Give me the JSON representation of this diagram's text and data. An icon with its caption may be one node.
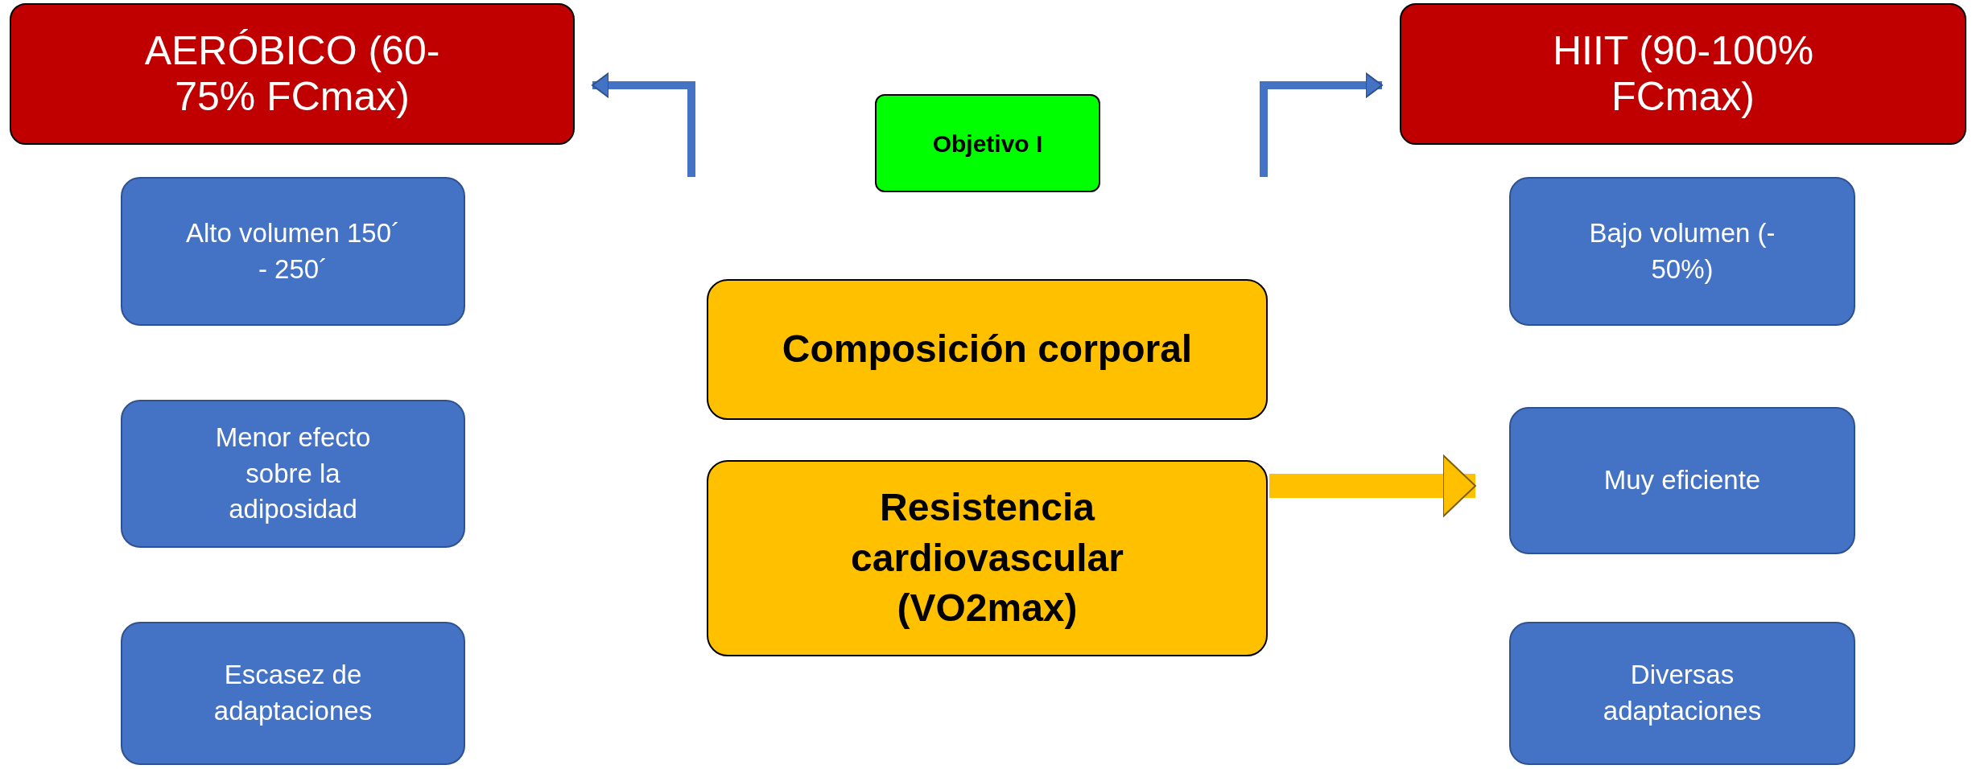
{
  "diagram": {
    "nodes": [
      {
        "text": [
          "AERÓBICO (60-75% FCmax)"
        ]
      },
      {
        "text": [
          "Objetivo I"
        ]
      },
      {
        "text": [
          "HIIT (90-100% FCmax)"
        ]
      },
      {
        "text": [
          "Alto volumen 150´ - 250´"
        ]
      },
      {
        "text": [
          "Composición corporal"
        ]
      },
      {
        "text": [
          "Bajo volumen (- 50%)"
        ]
      },
      {
        "text": [
          "Menor efecto sobre la adiposidad"
        ]
      },
      {
        "text": [
          "Resistencia cardiovascular (VO2max)"
        ]
      },
      {
        "text": [
          "Muy eficiente"
        ]
      },
      {
        "text": [
          "Escasez de adaptaciones"
        ]
      },
      {
        "text": [
          "Diversas adaptaciones"
        ]
      }
    ],
    "edges": [
      {
        "from": null,
        "to": 0,
        "arrow": "to",
        "color": "#4472c4"
      },
      {
        "from": null,
        "to": 2,
        "arrow": "to",
        "color": "#4472c4"
      },
      {
        "from": 7,
        "to": 8,
        "arrow": "to",
        "style": "thick",
        "color": "#ffc000"
      }
    ]
  }
}
